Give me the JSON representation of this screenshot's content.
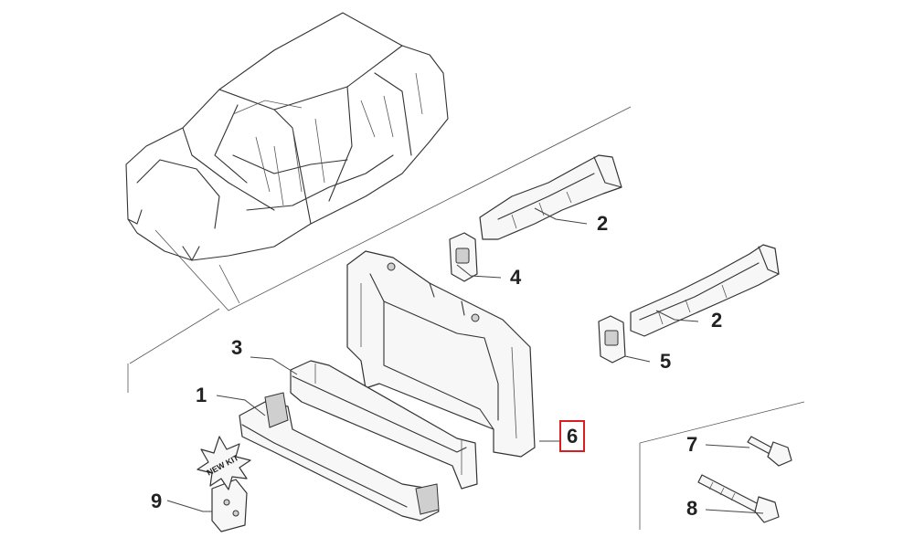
{
  "diagram": {
    "callouts": [
      {
        "id": "c1",
        "label": "1"
      },
      {
        "id": "c2a",
        "label": "2"
      },
      {
        "id": "c2b",
        "label": "2"
      },
      {
        "id": "c3",
        "label": "3"
      },
      {
        "id": "c4",
        "label": "4"
      },
      {
        "id": "c5",
        "label": "5"
      },
      {
        "id": "c6",
        "label": "6",
        "highlighted": true,
        "highlight_color": "#d81e1e"
      },
      {
        "id": "c7",
        "label": "7"
      },
      {
        "id": "c8",
        "label": "8"
      },
      {
        "id": "c9",
        "label": "9"
      }
    ],
    "starburst_text": "NEW KIT",
    "colors": {
      "line": "#333333",
      "highlight": "#d81e1e",
      "background": "#ffffff"
    }
  }
}
